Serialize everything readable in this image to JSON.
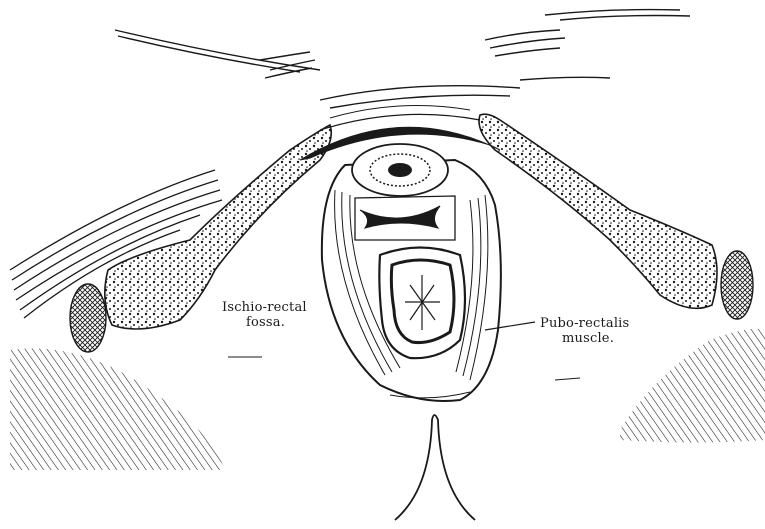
{
  "figure": {
    "labels": {
      "ischio_rectal": {
        "line1": "Ischio-rectal",
        "line2": "fossa."
      },
      "pubo_rectalis": {
        "line1": "Pubo-rectalis",
        "line2": "muscle."
      }
    },
    "ink_color": "#1a1a1a",
    "background_color": "#ffffff"
  }
}
